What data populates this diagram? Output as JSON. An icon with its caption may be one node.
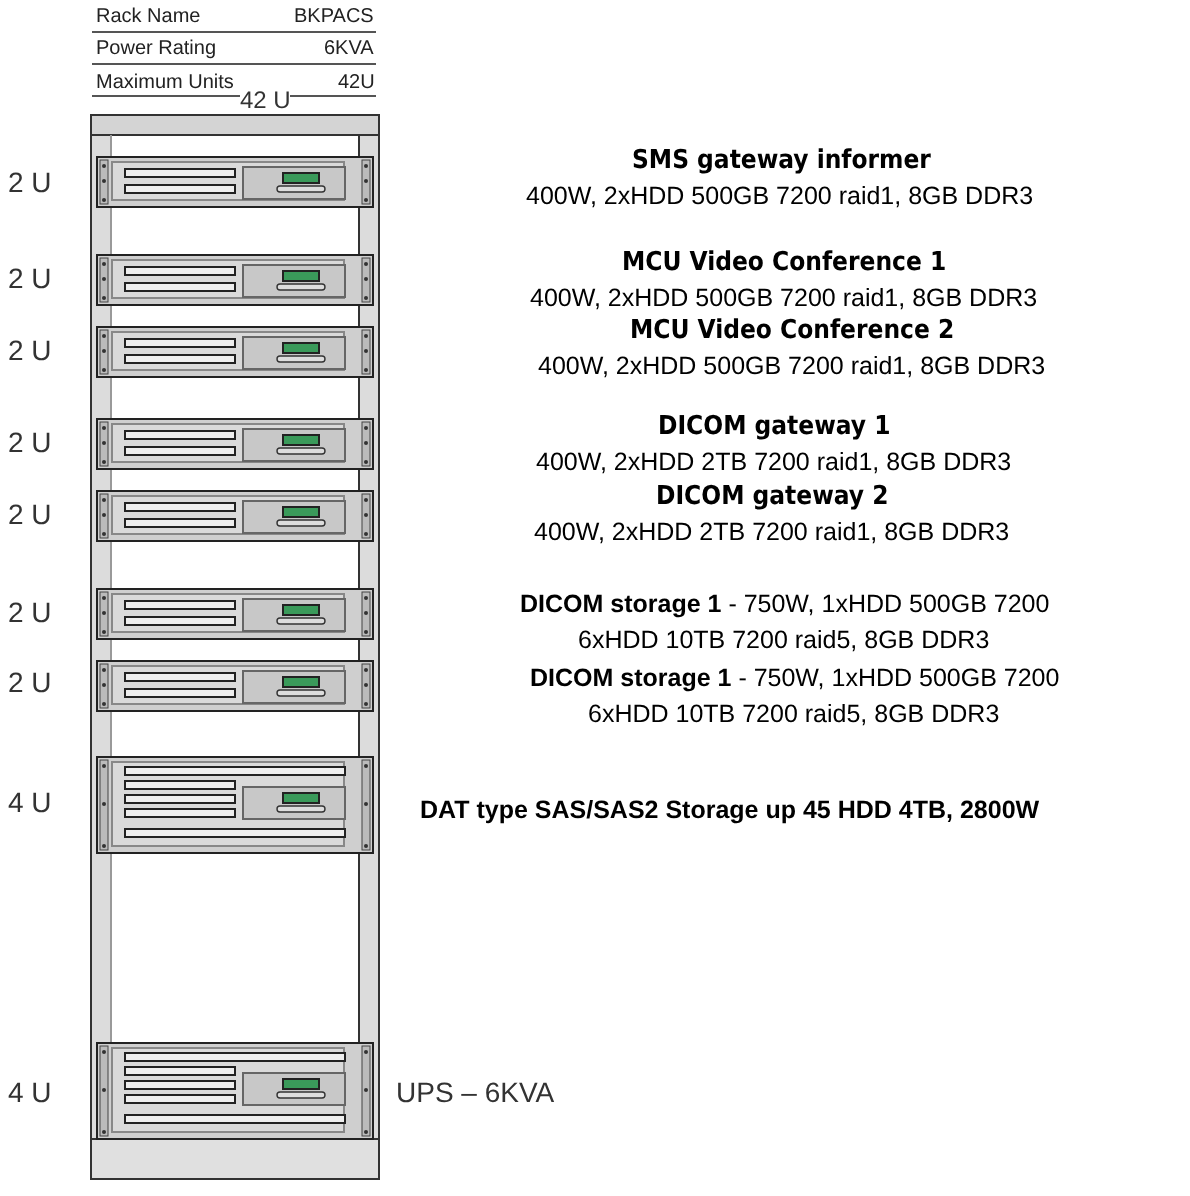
{
  "diagram": {
    "labels": [
      "Rack Name",
      "BKPACS",
      "Power Rating",
      "6KVA",
      "Maximum Units",
      "42U",
      "42 U",
      "2 U",
      "SMS gateway informer",
      "400W, 2xHDD 500GB 7200 raid1, 8GB DDR3",
      "2 U",
      "MCU Video Conference 1",
      "400W, 2xHDD 500GB 7200 raid1, 8GB DDR3",
      "2 U",
      "MCU Video Conference 2",
      "400W, 2xHDD 500GB 7200 raid1, 8GB DDR3",
      "2 U",
      "DICOM gateway 1",
      "400W, 2xHDD 2TB 7200 raid1, 8GB DDR3",
      "2 U",
      "DICOM gateway 2",
      "400W, 2xHDD 2TB 7200 raid1, 8GB DDR3",
      "2 U",
      "**DICOM storage 1** - 750W, 1xHDD 500GB 7200",
      "6xHDD 10TB 7200 raid5, 8GB DDR3",
      "2 U",
      "**DICOM storage 1** - 750W, 1xHDD 500GB 7200",
      "6xHDD 10TB 7200 raid5, 8GB DDR3",
      "4 U",
      "DAT type SAS/SAS2 Storage up 45 HDD 4TB, 2800W",
      "4 U",
      "UPS – 6KVA"
    ]
  }
}
